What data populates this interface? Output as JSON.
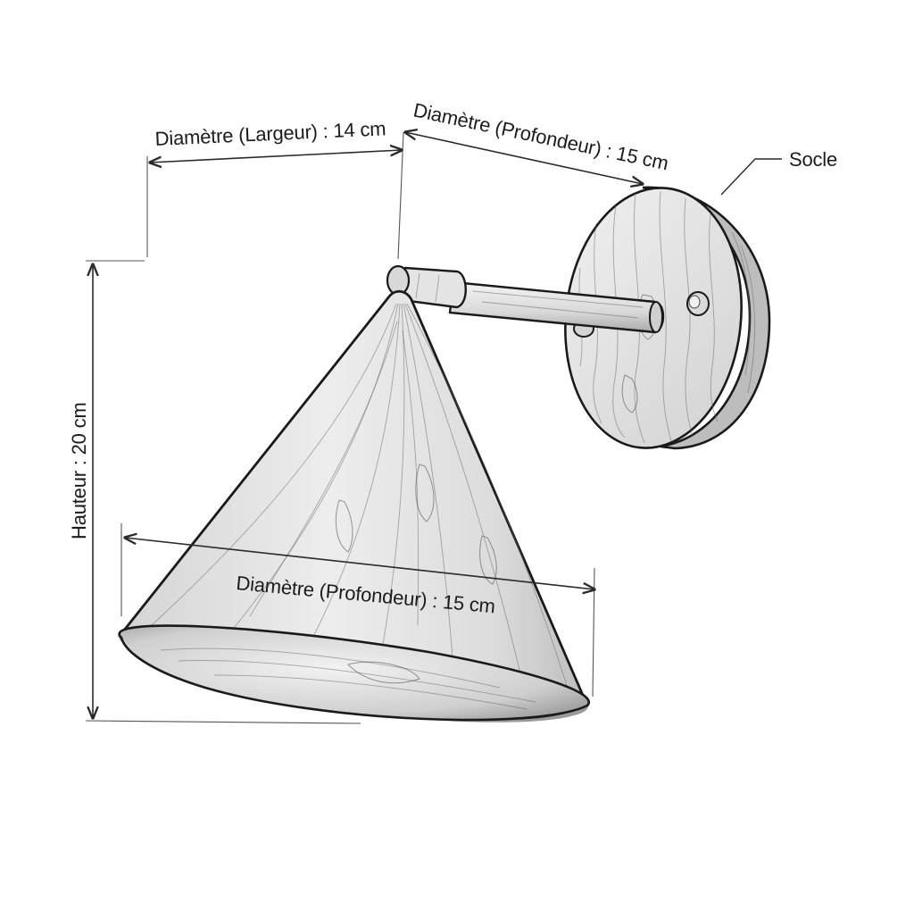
{
  "labels": {
    "width_top": "Diamètre (Largeur) : 14 cm",
    "depth_top": "Diamètre (Profondeur) : 15 cm",
    "base": "Socle",
    "height": "Hauteur : 20 cm",
    "depth_shade": "Diamètre (Profondeur) : 15 cm"
  },
  "colors": {
    "ink": "#1a1a1a",
    "paper": "#ffffff",
    "wood_light": "#ececec",
    "wood_mid": "#d6d6d6",
    "wood_dark": "#a8a8a8"
  }
}
